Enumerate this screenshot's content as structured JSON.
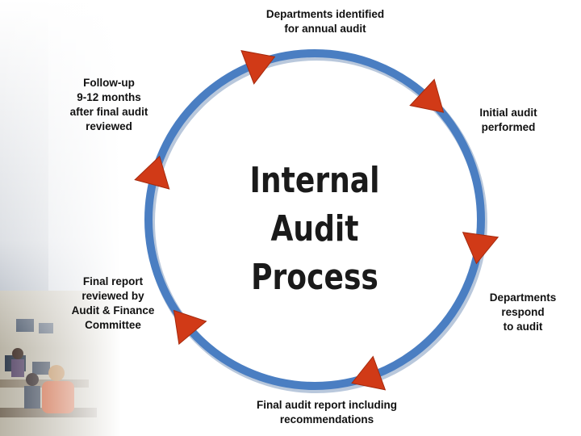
{
  "title": [
    "Internal Audit",
    "Process"
  ],
  "steps": [
    {
      "lines": [
        "Departments identified",
        "for annual audit"
      ]
    },
    {
      "lines": [
        "Initial audit",
        "performed"
      ]
    },
    {
      "lines": [
        "Departments",
        "respond",
        "to audit"
      ]
    },
    {
      "lines": [
        "Final audit report including",
        "recommendations"
      ]
    },
    {
      "lines": [
        "Final report",
        "reviewed by",
        "Audit & Finance",
        "Committee"
      ]
    },
    {
      "lines": [
        "Follow-up",
        "9-12 months",
        "after final audit",
        "reviewed"
      ]
    }
  ],
  "colors": {
    "ring": "#4a7ec2",
    "ring_shadow": "#8aa3c4",
    "arrow": "#d13a17",
    "text": "#111111"
  },
  "decor": {
    "side_image": "classroom-photo"
  }
}
